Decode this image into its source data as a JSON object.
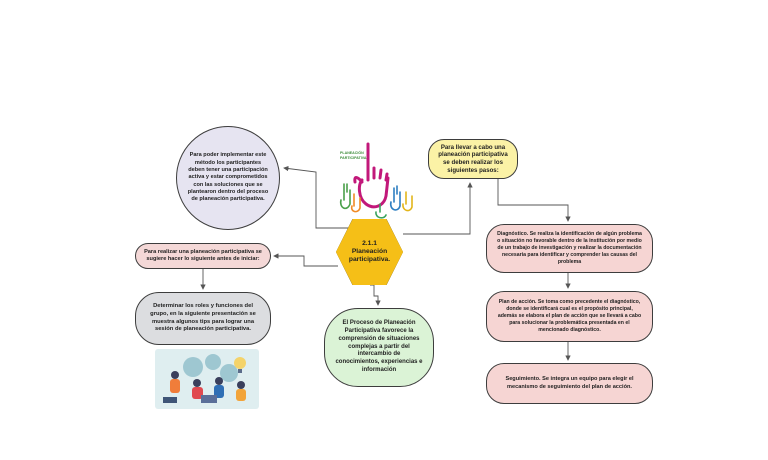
{
  "nodes": {
    "circle": "Para poder implementar este método  los participantes deben tener una participación activa y estar comprometidos con las soluciones que se plantearon dentro del proceso de planeación participativa.",
    "pasos": "Para llevar a cabo una planeación participativa se deben realizar los siguientes pasos:",
    "center": "2.1.1 Planeación participativa.",
    "realizar": "Para realizar una planeación participativa se sugiere hacer lo siguiente antes de iniciar:",
    "roles": "Determinar los roles y funciones del grupo, en la siguiente presentación se muestra algunos tips para lograr una sesión de planeación participativa.",
    "proceso": "El Proceso de Planeación Participativa favorece la comprensión de situaciones complejas a partir del intercambio de conocimientos, experiencias e información",
    "diagnostico": "Diagnóstico. Se realiza la identificación de algún problema o situación no favorable dentro de la institución por medio de un trabajo de investigación y realizar la documentación necesaria para identificar y comprender las causas del problema",
    "plan": "Plan de acción. Se toma como precedente el diagnóstico, donde se identificará cual es el propósito principal, además se elabora el plan de acción que se llevará a cabo para solucionar la problemática presentada en el mencionado diagnóstico.",
    "seguimiento": "Seguimiento. Se integra un equipo para elegir el mecanismo de seguimiento del plan de acción."
  },
  "illustration": {
    "hands_line1": "PLANEACIÓN",
    "hands_line2": "PARTICIPATIVA"
  },
  "colors": {
    "circle": "#e6e4f1",
    "pasos": "#fbf2a6",
    "center": "#f5bf17",
    "realizar": "#f4d8d7",
    "roles": "#dcdde0",
    "proceso": "#dbf3d6",
    "steps": "#f6d5d3",
    "connector": "#555555"
  }
}
